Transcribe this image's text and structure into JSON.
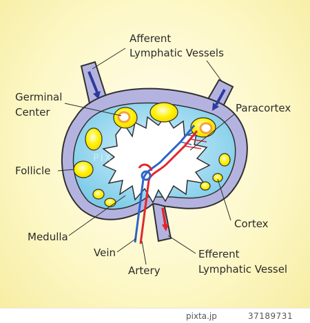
{
  "labels": {
    "afferent_line1": "Afferent",
    "afferent_line2": "Lymphatic Vessels",
    "germinal_line1": "Germinal",
    "germinal_line2": "Center",
    "paracortex": "Paracortex",
    "follicle": "Follicle",
    "medulla": "Medulla",
    "cortex": "Cortex",
    "vein": "Vein",
    "artery": "Artery",
    "efferent_line1": "Efferent",
    "efferent_line2": "Lymphatic Vessel"
  },
  "watermark": "PIXTA",
  "footer": {
    "brand": "pixta.jp",
    "image_id": "37189731"
  },
  "colors": {
    "capsule": "#b4b3e0",
    "interior": "#8fd3ee",
    "medulla_fill": "#ffffff",
    "follicle": "#fff200",
    "germinal_ring": "#f4a13a",
    "vein": "#2b66c8",
    "artery": "#e2262d",
    "arrow": "#2d3a9c",
    "outline": "#2f2f2f"
  }
}
